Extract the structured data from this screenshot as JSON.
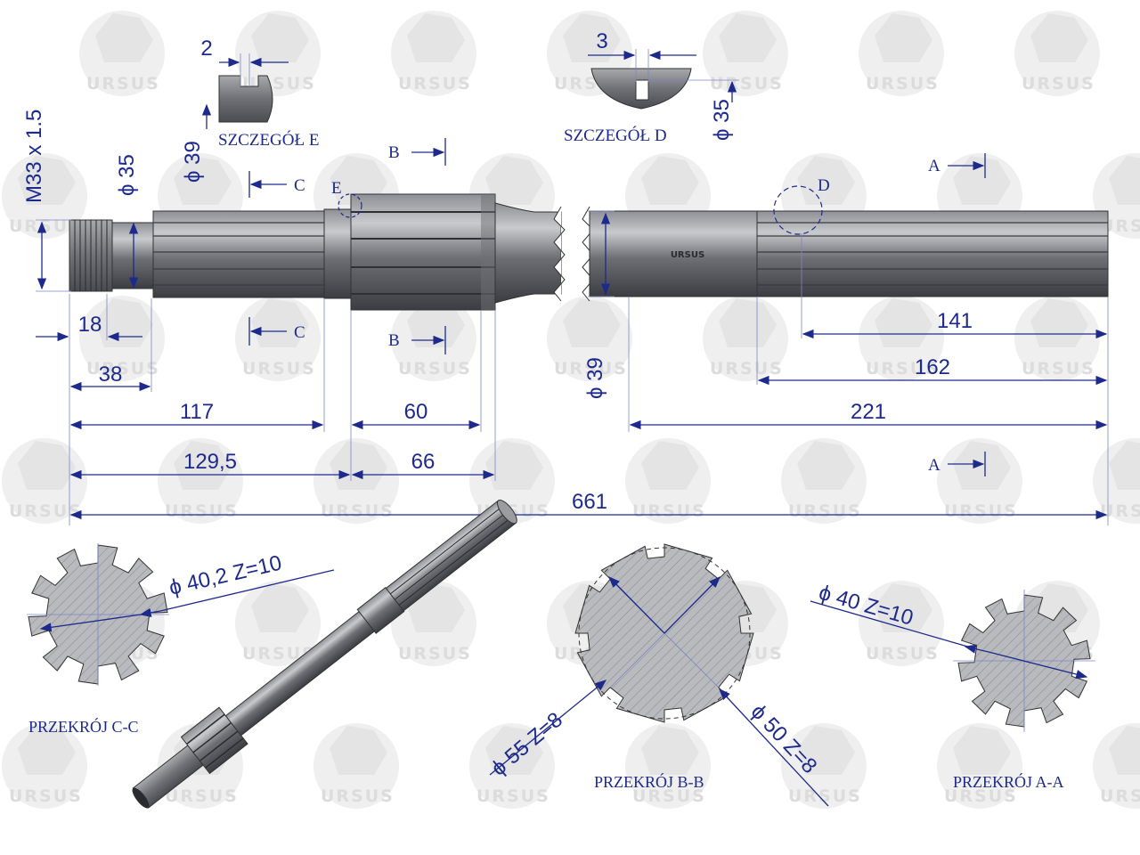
{
  "colors": {
    "ink": "#1d2a8c",
    "watermark": "#dcdcdc",
    "steel_dark": "#4a4c52",
    "steel_light": "#c9cacd"
  },
  "watermark": {
    "text": "URSUS"
  },
  "labels": {
    "thread": "M33 x 1.5",
    "dia35_left": "ϕ 35",
    "dia39_detail": "ϕ 39",
    "detail_e_title": "SZCZEGÓŁ E",
    "detail_d_title": "SZCZEGÓŁ D",
    "dia35_detail": "ϕ 35",
    "dia39_mid": "ϕ 39",
    "marker_e": "E",
    "marker_d": "D",
    "cut_b": "B",
    "cut_c": "C",
    "cut_a": "A"
  },
  "dimensions": {
    "d2": "2",
    "d3": "3",
    "d18": "18",
    "d38": "38",
    "d117": "117",
    "d60": "60",
    "d129": "129,5",
    "d66": "66",
    "d141": "141",
    "d162": "162",
    "d221": "221",
    "d661": "661"
  },
  "sections": {
    "cc": {
      "title": "PRZEKRÓJ C-C",
      "spec": "ϕ 40,2  Z=10"
    },
    "bb": {
      "title": "PRZEKRÓJ B-B",
      "spec_outer": "ϕ 55  Z=8",
      "spec_inner": "ϕ 50  Z=8"
    },
    "aa": {
      "title": "PRZEKRÓJ A-A",
      "spec": "ϕ 40  Z=10"
    }
  },
  "logo_text": "URSUS"
}
